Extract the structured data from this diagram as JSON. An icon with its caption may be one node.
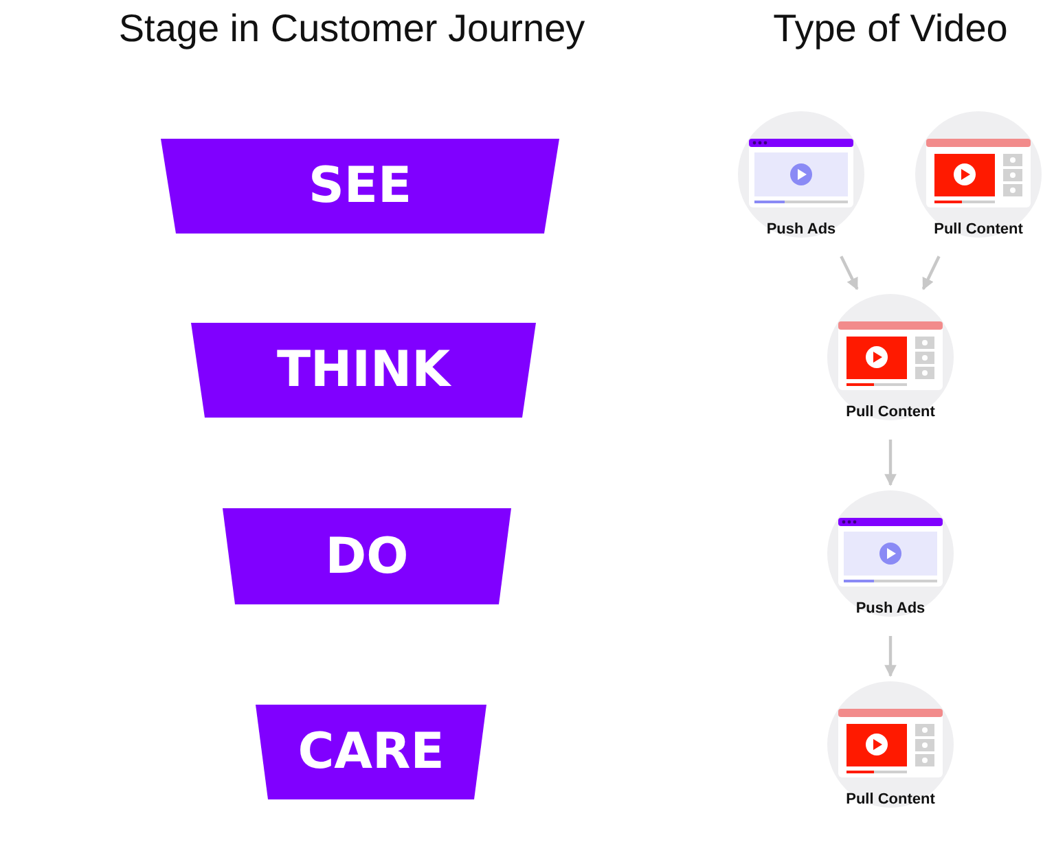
{
  "diagram": {
    "nodes": [
      {
        "text": [
          "SEE"
        ]
      },
      {
        "text": [
          "THINK"
        ]
      },
      {
        "text": [
          "DO"
        ]
      },
      {
        "text": [
          "CARE"
        ]
      },
      {
        "text": [
          "Push Ads"
        ]
      },
      {
        "text": [
          "Pull Content"
        ]
      },
      {
        "text": [
          "Pull Content"
        ]
      },
      {
        "text": [
          "Push Ads"
        ]
      },
      {
        "text": [
          "Pull Content"
        ]
      }
    ],
    "edges": [
      {
        "from": 4,
        "to": 6,
        "arrow": "to"
      },
      {
        "from": 5,
        "to": 6,
        "arrow": "to"
      },
      {
        "from": 6,
        "to": 7,
        "arrow": "to"
      },
      {
        "from": 7,
        "to": 8,
        "arrow": "to"
      }
    ],
    "labels": [
      "Stage in Customer Journey",
      "Type of Video"
    ]
  }
}
